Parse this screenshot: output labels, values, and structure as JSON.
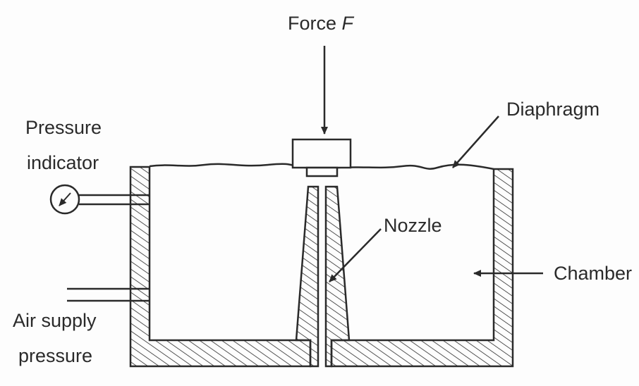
{
  "labels": {
    "force": "Force ",
    "force_symbol": "F",
    "diaphragm": "Diaphragm",
    "pressure_indicator_line1": "Pressure",
    "pressure_indicator_line2": "indicator",
    "nozzle": "Nozzle",
    "chamber": "Chamber",
    "air_supply_line1": "Air supply",
    "air_supply_line2": "pressure"
  },
  "colors": {
    "ink": "#2a2a2a",
    "background": "#fdfdfd"
  }
}
